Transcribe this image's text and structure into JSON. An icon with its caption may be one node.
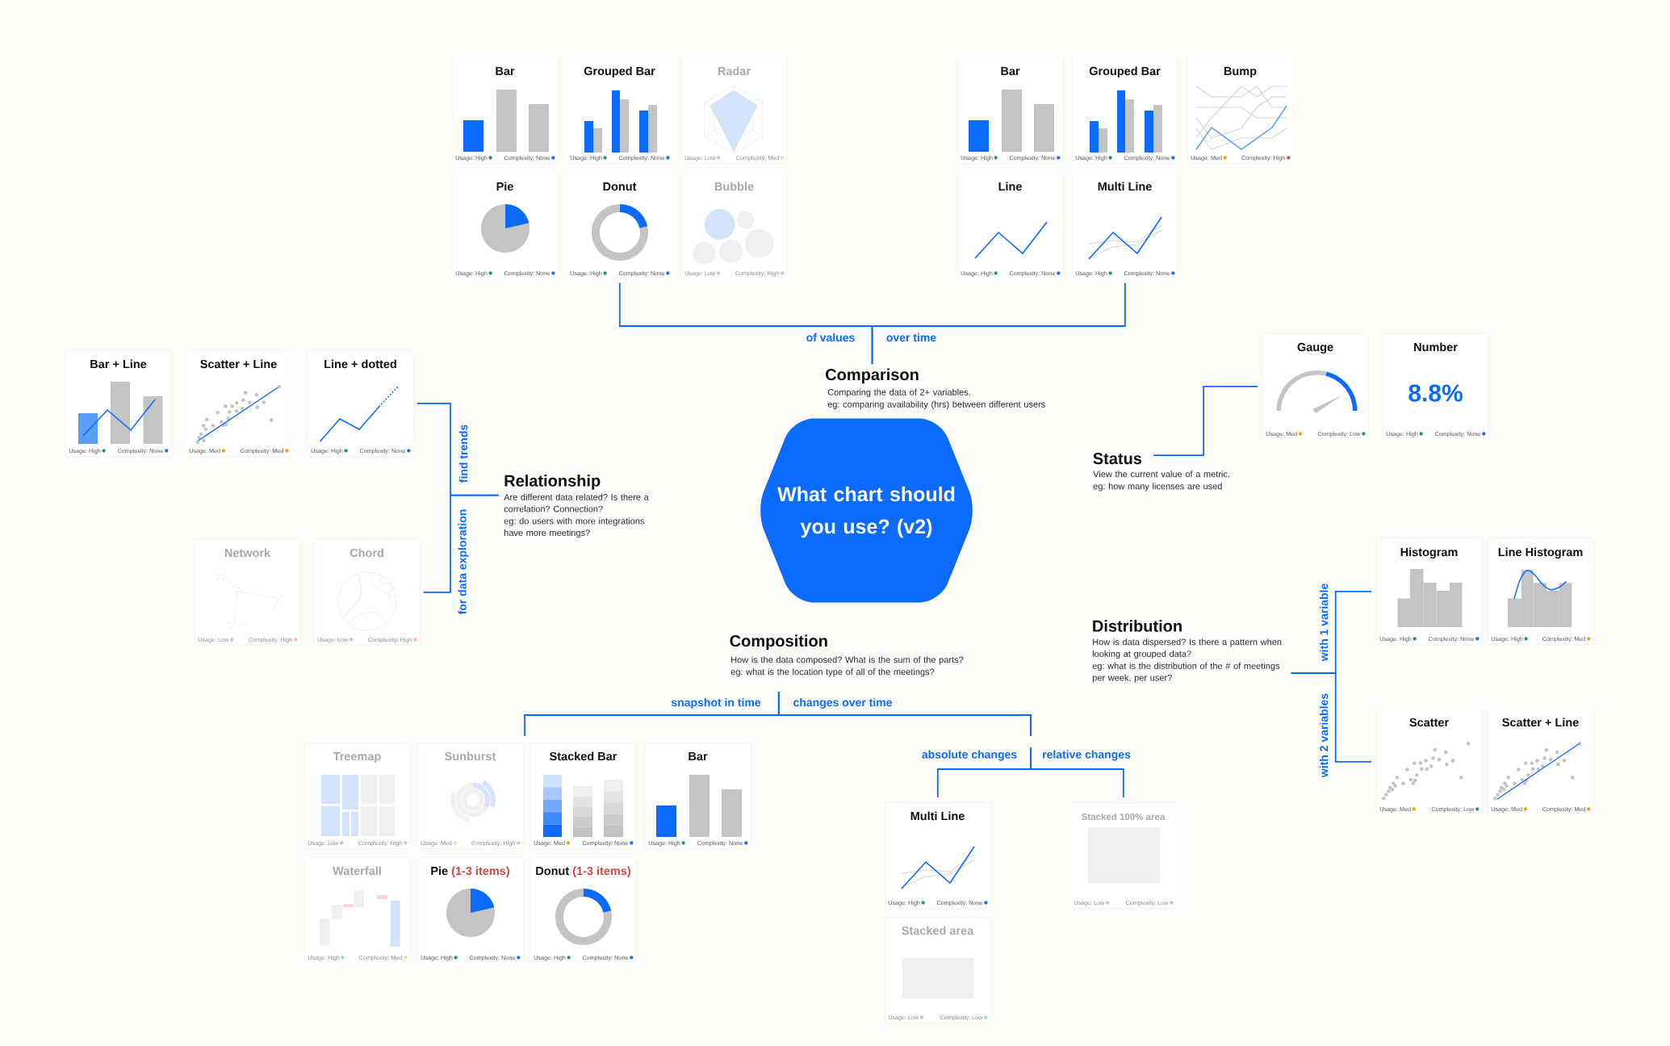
{
  "diagram": {
    "nodes": [
      {
        "text": [
          "What chart should you use? (v2)"
        ]
      },
      {
        "text": [
          "Comparison",
          "Comparing the data of 2+ variables.",
          "eg: comparing availability (hrs) between different users"
        ]
      },
      {
        "text": [
          "Bar",
          "Usage: High",
          "Complexity: None"
        ]
      },
      {
        "text": [
          "Grouped Bar",
          "Usage: High",
          "Complexity: None"
        ]
      },
      {
        "text": [
          "Radar",
          "Usage: Low",
          "Complexity: Med"
        ]
      },
      {
        "text": [
          "Pie",
          "Usage: High",
          "Complexity: None"
        ]
      },
      {
        "text": [
          "Donut",
          "Usage: High",
          "Complexity: None"
        ]
      },
      {
        "text": [
          "Bubble",
          "Usage: Low",
          "Complexity: High"
        ]
      },
      {
        "text": [
          "Bar",
          "Usage: High",
          "Complexity: None"
        ]
      },
      {
        "text": [
          "Grouped Bar",
          "Usage: High",
          "Complexity: None"
        ]
      },
      {
        "text": [
          "Bump",
          "Usage: Med",
          "Complexity: High"
        ]
      },
      {
        "text": [
          "Line",
          "Usage: High",
          "Complexity: None"
        ]
      },
      {
        "text": [
          "Multi Line",
          "Usage: High",
          "Complexity: None"
        ]
      },
      {
        "text": [
          "Relationship",
          "Are different data related? Is there a correlation? Connection?",
          "eg: do users with more integrations have more meetings?"
        ]
      },
      {
        "text": [
          "Bar + Line",
          "Usage: High",
          "Complexity: None"
        ]
      },
      {
        "text": [
          "Scatter + Line",
          "Usage: Med",
          "Complexity: Med"
        ]
      },
      {
        "text": [
          "Line + dotted",
          "Usage: High",
          "Complexity: None"
        ]
      },
      {
        "text": [
          "Network",
          "Usage: Low",
          "Complexity: High"
        ]
      },
      {
        "text": [
          "Chord",
          "Usage: Low",
          "Complexity: High"
        ]
      },
      {
        "text": [
          "Status",
          "View the current value of a metric.",
          "eg: how many licenses are used"
        ]
      },
      {
        "text": [
          "Gauge",
          "Usage: Med",
          "Complexity: Low"
        ]
      },
      {
        "text": [
          "Number",
          "8.8%",
          "Usage: High",
          "Complexity: None"
        ]
      },
      {
        "text": [
          "Distribution",
          "How is data dispersed? Is there a pattern when looking at grouped data?",
          "eg: what is the distribution of the # of meetings per week, per user?"
        ]
      },
      {
        "text": [
          "Histogram",
          "Usage: High",
          "Complexity: None"
        ]
      },
      {
        "text": [
          "Line Histogram",
          "Usage: High",
          "Complexity: Med"
        ]
      },
      {
        "text": [
          "Scatter",
          "Usage: Med",
          "Complexity: Low"
        ]
      },
      {
        "text": [
          "Scatter + Line",
          "Usage: Med",
          "Complexity: Med"
        ]
      },
      {
        "text": [
          "Composition",
          "How is the data composed? What is the sum of the parts?",
          "eg: what is the location type of all of the meetings?"
        ]
      },
      {
        "text": [
          "Treemap",
          "Usage: Low",
          "Complexity: High"
        ]
      },
      {
        "text": [
          "Sunburst",
          "Usage: Med",
          "Complexity: High"
        ]
      },
      {
        "text": [
          "Stacked Bar",
          "Usage: Med",
          "Complexity: None"
        ]
      },
      {
        "text": [
          "Bar",
          "Usage: High",
          "Complexity: None"
        ]
      },
      {
        "text": [
          "Waterfall",
          "Usage: High",
          "Complexity: Med"
        ]
      },
      {
        "text": [
          "Pie",
          "(1-3 items)",
          "Usage: High",
          "Complexity: None"
        ]
      },
      {
        "text": [
          "Donut",
          "(1-3 items)",
          "Usage: High",
          "Complexity: None"
        ]
      },
      {
        "text": [
          "Multi Line",
          "Usage: High",
          "Complexity: None"
        ]
      },
      {
        "text": [
          "Stacked 100% area",
          "Usage: Low",
          "Complexity: Low"
        ]
      },
      {
        "text": [
          "Stacked area",
          "Usage: Low",
          "Complexity: Low"
        ]
      }
    ],
    "edges": [
      {
        "from": 1,
        "to": 6,
        "arrow": "none",
        "label": "of values"
      },
      {
        "from": 1,
        "to": 12,
        "arrow": "none",
        "label": "over time"
      },
      {
        "from": 13,
        "to": 16,
        "arrow": "none",
        "label": "find trends"
      },
      {
        "from": 13,
        "to": 18,
        "arrow": "none",
        "label": "for data exploration"
      },
      {
        "from": 19,
        "to": 20,
        "arrow": "none"
      },
      {
        "from": 22,
        "to": 23,
        "arrow": "none",
        "label": "with 1 variable"
      },
      {
        "from": 22,
        "to": 25,
        "arrow": "none",
        "label": "with 2 variables"
      },
      {
        "from": 27,
        "to": 30,
        "arrow": "none",
        "label": "snapshot in time"
      },
      {
        "from": 27,
        "to": 35,
        "arrow": "none",
        "label": "absolute changes"
      },
      {
        "from": 27,
        "to": 36,
        "arrow": "none",
        "label": "relative changes"
      }
    ],
    "labels": [
      "changes over time"
    ]
  }
}
